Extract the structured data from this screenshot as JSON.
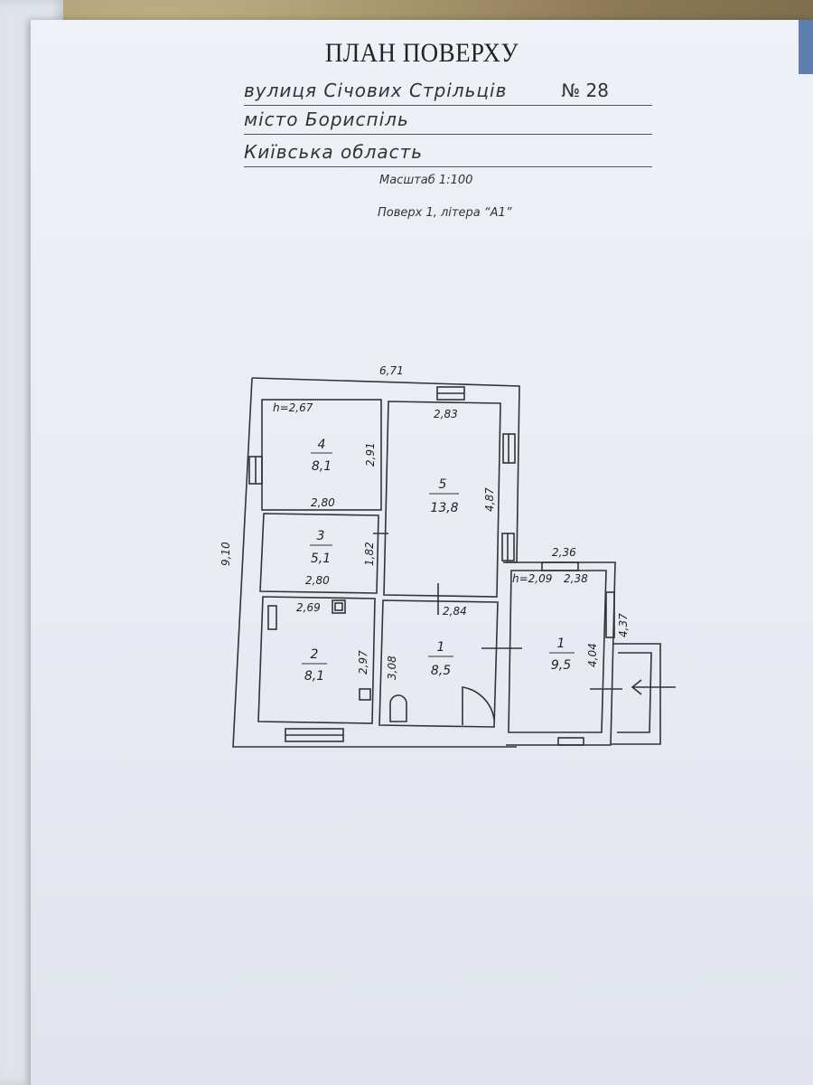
{
  "header": {
    "title": "ПЛАН ПОВЕРХУ",
    "street": "вулиця Січових Стрільців",
    "house_number": "№ 28",
    "city": "місто Бориспіль",
    "region": "Київська область",
    "scale": "Масштаб 1:100",
    "floor": "Поверх 1, літера “А1”"
  },
  "plan": {
    "overall_width": "6,71",
    "overall_height": "9,10",
    "annex_width": "2,36",
    "annex_height": "4,37",
    "height_main": "h=2,67",
    "height_annex": "h=2,09",
    "rooms": [
      {
        "number": "4",
        "area": "8,1",
        "dim_w": "2,80",
        "dim_h": "2,91"
      },
      {
        "number": "5",
        "area": "13,8",
        "dim_w": "2,83",
        "dim_h": "4,87"
      },
      {
        "number": "3",
        "area": "5,1",
        "dim_w": "2,80",
        "dim_h": "1,82"
      },
      {
        "number": "2",
        "area": "8,1",
        "dim_w": "2,69",
        "dim_h": "2,97"
      },
      {
        "number": "1",
        "area": "8,5",
        "dim_w": "2,84",
        "dim_h": "3,08"
      },
      {
        "number": "1",
        "area": "9,5",
        "dim_w": "2,38",
        "dim_h": "4,04"
      }
    ],
    "room3_bottom_dim": "2,80"
  }
}
